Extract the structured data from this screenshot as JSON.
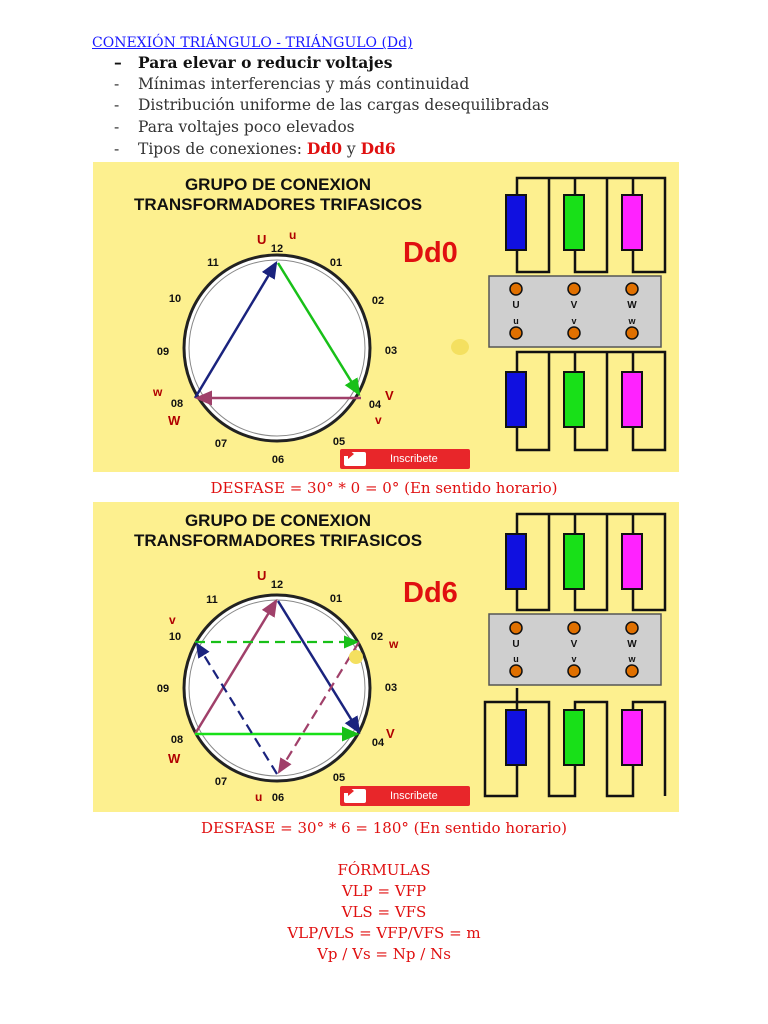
{
  "title": "CONEXIÓN TRIÁNGULO - TRIÁNGULO (Dd)",
  "bullets": [
    "Para elevar o reducir voltajes",
    "Mínimas interferencias y más continuidad",
    "Distribución uniforme de las cargas desequilibradas",
    "Para voltajes poco elevados"
  ],
  "types_line": {
    "text": "Tipos de conexiones: ",
    "dd0": "Dd0",
    "y": " y ",
    "dd6": "Dd6"
  },
  "panel1": {
    "heading_line1": "GRUPO DE CONEXION",
    "heading_line2": "TRANSFORMADORES TRIFASICOS",
    "group": "Dd0",
    "button": "Inscribete",
    "terminals_upper": [
      "U",
      "V",
      "W"
    ],
    "terminals_lower": [
      "u",
      "v",
      "w"
    ],
    "hours": [
      "12",
      "01",
      "02",
      "03",
      "04",
      "05",
      "06",
      "07",
      "08",
      "09",
      "10",
      "11"
    ],
    "phase_labels": {
      "U": "U",
      "u": "u",
      "V": "V",
      "v": "v",
      "W": "W",
      "w": "w"
    }
  },
  "caption1": "DESFASE = 30° * 0 = 0° (En sentido horario)",
  "panel2": {
    "heading_line1": "GRUPO DE CONEXION",
    "heading_line2": "TRANSFORMADORES TRIFASICOS",
    "group": "Dd6",
    "button": "Inscribete",
    "terminals_upper": [
      "U",
      "V",
      "W"
    ],
    "terminals_lower": [
      "u",
      "v",
      "w"
    ],
    "hours": [
      "12",
      "01",
      "02",
      "03",
      "04",
      "05",
      "06",
      "07",
      "08",
      "09",
      "10",
      "11"
    ],
    "phase_labels": {
      "U": "U",
      "u": "u",
      "V": "V",
      "v": "v",
      "W": "W",
      "w": "w"
    }
  },
  "caption2": "DESFASE = 30° * 6 = 180° (En sentido horario)",
  "formulas": {
    "heading": "FÓRMULAS",
    "lines": [
      "VLP = VFP",
      "VLS = VFS",
      "VLP/VLS = VFP/VFS = m",
      "Vp / Vs = Np / Ns"
    ]
  },
  "colors": {
    "blue": "#1010e0",
    "green": "#18e018",
    "magenta": "#ff22ff",
    "red": "#e01010",
    "panel_bg": "#fdf08f"
  }
}
